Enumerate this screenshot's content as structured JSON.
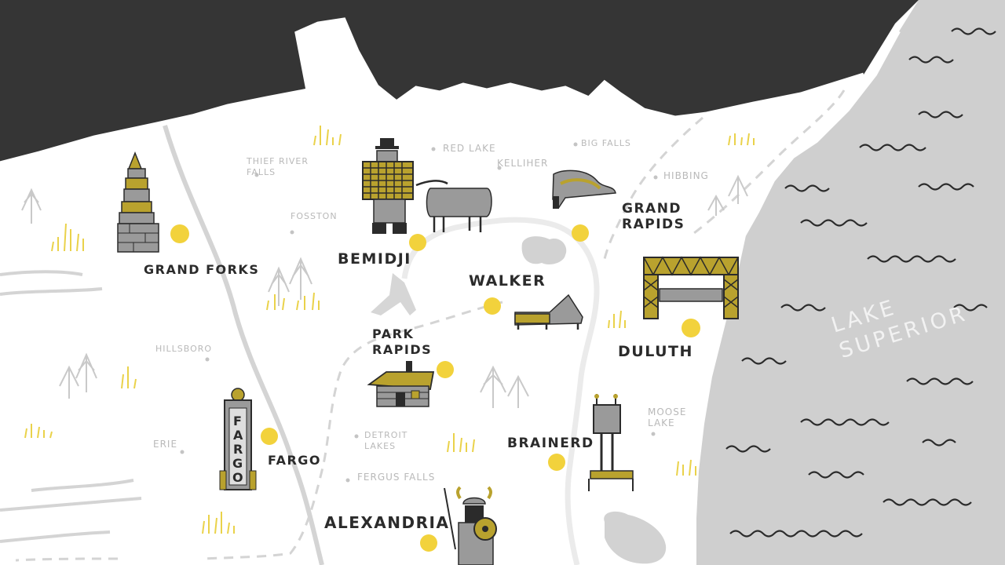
{
  "colors": {
    "land": "#ffffff",
    "water_dark": "#353535",
    "lake_superior": "#cfcfcf",
    "inland_lake": "#d2d2d2",
    "road": "#d9d9d9",
    "marker": "#f2d23c",
    "accent": "#b9a22e",
    "landmark_gray": "#9a9a9a",
    "text_dark": "#2b2b2b",
    "text_light": "#b9b9b9"
  },
  "map": {
    "water_label": "LAKE SUPERIOR",
    "cities": [
      {
        "id": "grand-forks",
        "label": "GRAND FORKS"
      },
      {
        "id": "bemidji",
        "label": "BEMIDJI"
      },
      {
        "id": "walker",
        "label": "WALKER"
      },
      {
        "id": "grand-rapids",
        "label": "GRAND RAPIDS"
      },
      {
        "id": "park-rapids",
        "label": "PARK RAPIDS"
      },
      {
        "id": "duluth",
        "label": "DULUTH"
      },
      {
        "id": "fargo",
        "label": "FARGO"
      },
      {
        "id": "brainerd",
        "label": "BRAINERD"
      },
      {
        "id": "alexandria",
        "label": "ALEXANDRIA"
      }
    ],
    "towns": [
      {
        "id": "thief-river-falls",
        "label": "THIEF RIVER FALLS"
      },
      {
        "id": "red-lake",
        "label": "RED LAKE"
      },
      {
        "id": "kelliher",
        "label": "KELLIHER"
      },
      {
        "id": "big-falls",
        "label": "BIG FALLS"
      },
      {
        "id": "hibbing",
        "label": "HIBBING"
      },
      {
        "id": "fosston",
        "label": "FOSSTON"
      },
      {
        "id": "hillsboro",
        "label": "HILLSBORO"
      },
      {
        "id": "erie",
        "label": "ERIE"
      },
      {
        "id": "detroit-lakes",
        "label": "DETROIT LAKES"
      },
      {
        "id": "fergus-falls",
        "label": "FERGUS FALLS"
      },
      {
        "id": "moose-lake",
        "label": "MOOSE LAKE"
      }
    ],
    "landmarks": {
      "fargo_tower_text": "FARGO"
    }
  }
}
